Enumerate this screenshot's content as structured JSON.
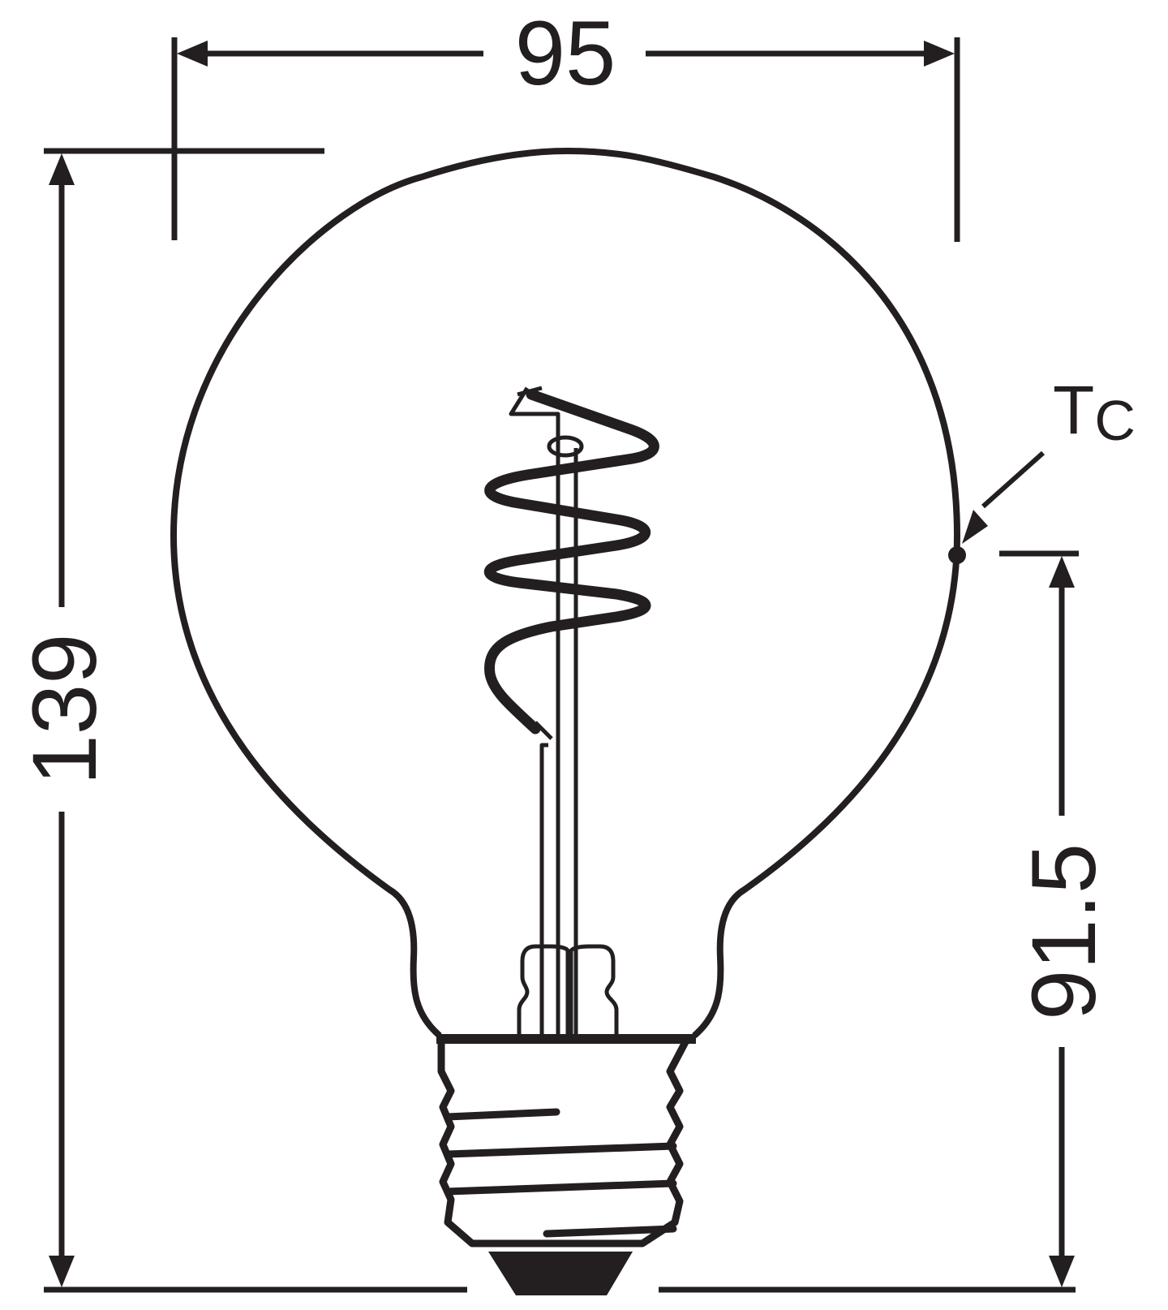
{
  "diagram": {
    "type": "technical-dimension-drawing",
    "subject": "globe lamp with spiral filament and screw base",
    "line_color": "#231f20",
    "background": "#ffffff"
  },
  "dimensions": {
    "width": {
      "value": "95",
      "orientation": "horizontal"
    },
    "overall_length": {
      "value": "139",
      "orientation": "vertical"
    },
    "tc_height": {
      "value": "91.5",
      "orientation": "vertical"
    }
  },
  "annotations": {
    "tc_label_main": "T",
    "tc_label_sub": "C"
  }
}
